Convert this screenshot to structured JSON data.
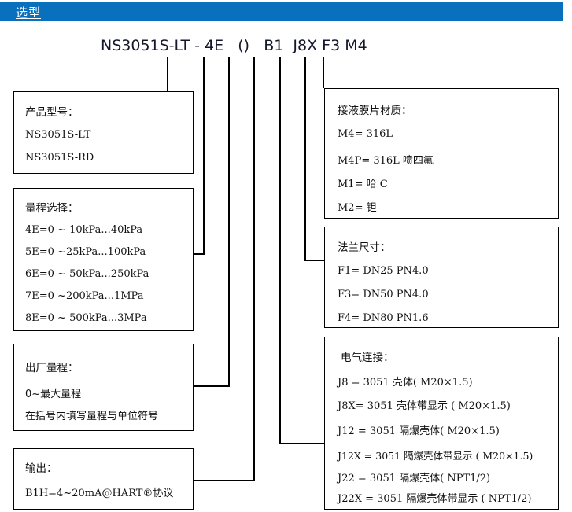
{
  "header": {
    "title": "选型",
    "accent_color": "#0870BC",
    "text_color": "#ffffff"
  },
  "model_string": {
    "full": "NS3051S-LT - 4E   ()   B1  J8X F3 M4",
    "segments": [
      {
        "code": "NS3051S-LT",
        "meaning": "产品型号"
      },
      {
        "code": "4E",
        "meaning": "量程选择"
      },
      {
        "code": "()",
        "meaning": "出厂量程"
      },
      {
        "code": "B1",
        "meaning": "输出"
      },
      {
        "code": "J8X",
        "meaning": "电气连接"
      },
      {
        "code": "F3",
        "meaning": "法兰尺寸"
      },
      {
        "code": "M4",
        "meaning": "接液膜片材质"
      }
    ]
  },
  "boxes": {
    "product_model": {
      "title": "产品型号：",
      "lines": [
        "NS3051S-LT",
        "NS3051S-RD"
      ]
    },
    "range_select": {
      "title": "量程选择：",
      "lines": [
        "4E=0 ~  10kPa...40kPa",
        "5E=0 ~25kPa...100kPa",
        "6E=0 ~  50kPa...250kPa",
        "7E=0 ~200kPa...1MPa",
        "8E=0 ~  500kPa...3MPa"
      ]
    },
    "factory_range": {
      "title": "出厂量程：",
      "lines": [
        "0~最大量程",
        "在括号内填写量程与单位符号"
      ]
    },
    "output": {
      "title": "输出：",
      "lines": [
        "B1H=4~20mA@HART®协议"
      ]
    },
    "diaphragm_material": {
      "title": "接液膜片材质：",
      "lines": [
        "M4= 316L",
        "M4P= 316L 喷四氟",
        "M1= 哈 C",
        "M2= 钽"
      ]
    },
    "flange_size": {
      "title": "法兰尺寸：",
      "lines": [
        "F1= DN25 PN4.0",
        "F3= DN50 PN4.0",
        "F4= DN80 PN1.6"
      ]
    },
    "electrical_connection": {
      "title": "电气连接：",
      "lines": [
        "J8 = 3051 壳体( M20×1.5)",
        "J8X= 3051 壳体带显示 ( M20×1.5)",
        "J12 = 3051 隔爆壳体( M20×1.5)",
        "J12X = 3051 隔爆壳体带显示 ( M20×1.5)",
        "J22 = 3051 隔爆壳体( NPT1/2)",
        "J22X = 3051 隔爆壳体带显示 ( NPT1/2)"
      ]
    }
  }
}
